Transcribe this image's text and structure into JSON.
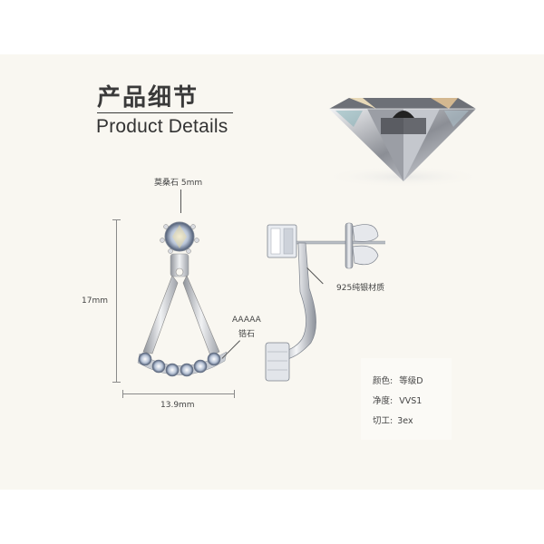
{
  "header": {
    "title_cn": "产品细节",
    "title_en": "Product Details"
  },
  "annotations": {
    "center_stone": "莫桑石 5mm",
    "height_dim": "17mm",
    "width_dim": "13.9mm",
    "side_stones_line1": "AAAAA",
    "side_stones_line2": "锆石",
    "material": "925纯银材质"
  },
  "specs": [
    {
      "label": "颜色:",
      "value": "等级D"
    },
    {
      "label": "净度:",
      "value": "VVS1"
    },
    {
      "label": "切工:",
      "value": "3ex"
    }
  ],
  "colors": {
    "panel_bg": "#f9f7f1",
    "text": "#333333",
    "silver": "#c9ccd2"
  }
}
